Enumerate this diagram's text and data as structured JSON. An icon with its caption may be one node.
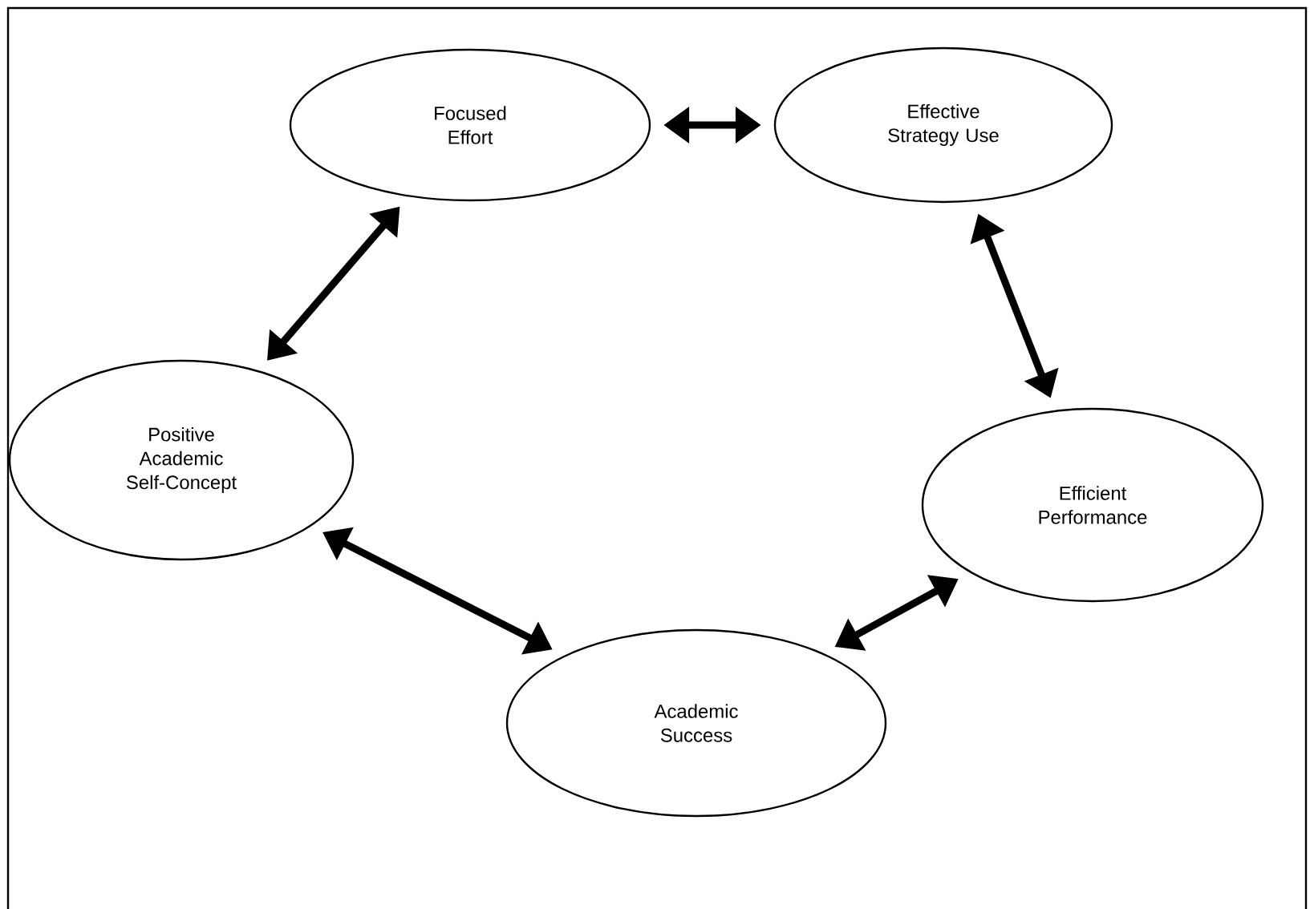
{
  "diagram": {
    "nodes": [
      {
        "text": [
          "Focused Effort"
        ]
      },
      {
        "text": [
          "Effective Strategy Use"
        ]
      },
      {
        "text": [
          "Positive Academic Self-Concept"
        ]
      },
      {
        "text": [
          "Efficient Performance"
        ]
      },
      {
        "text": [
          "Academic Success"
        ]
      }
    ],
    "edges": [
      {
        "from": 0,
        "to": 1,
        "arrow": "both"
      },
      {
        "from": 1,
        "to": 3,
        "arrow": "both"
      },
      {
        "from": 3,
        "to": 4,
        "arrow": "both"
      },
      {
        "from": 4,
        "to": 2,
        "arrow": "both"
      },
      {
        "from": 2,
        "to": 0,
        "arrow": "both"
      }
    ]
  }
}
